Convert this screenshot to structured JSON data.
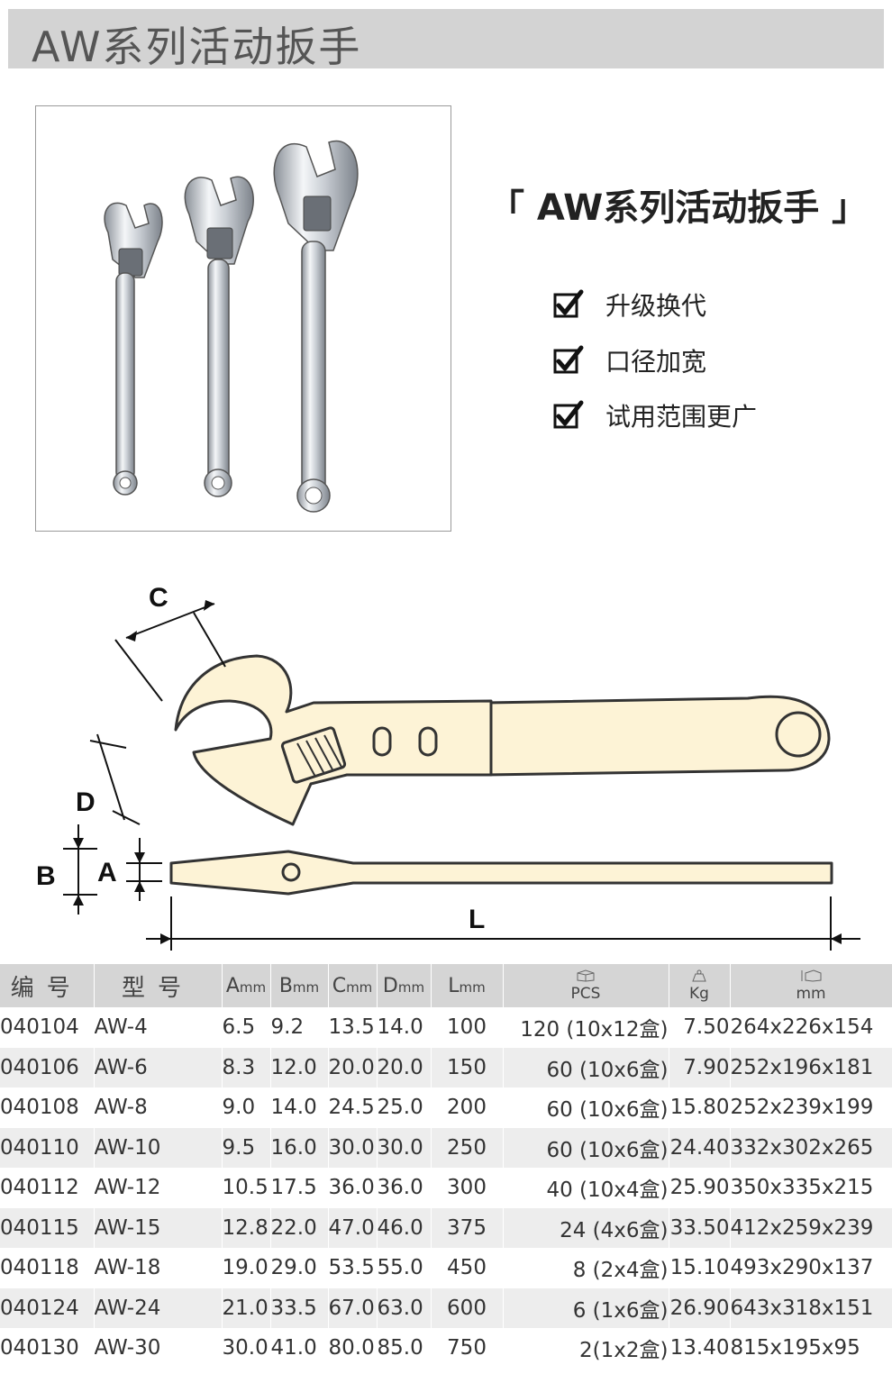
{
  "header": {
    "title": "AW系列活动扳手"
  },
  "product": {
    "subtitle": "「 AW系列活动扳手 」",
    "features": [
      "升级换代",
      "口径加宽",
      "试用范围更广"
    ]
  },
  "diagram": {
    "labels": {
      "c": "C",
      "d": "D",
      "b": "B",
      "a": "A",
      "l": "L"
    }
  },
  "table": {
    "headers": {
      "code": "编号",
      "model": "型号",
      "a": "A",
      "b": "B",
      "c": "C",
      "d": "D",
      "l": "L",
      "unit": "mm",
      "pcs": "PCS",
      "kg": "Kg",
      "box": "mm"
    },
    "rows": [
      {
        "code": "040104",
        "model": "AW-4",
        "a": "6.5",
        "b": "9.2",
        "c": "13.5",
        "d": "14.0",
        "l": "100",
        "pcs": "120 (10x12盒)",
        "kg": "7.50",
        "box": "264x226x154"
      },
      {
        "code": "040106",
        "model": "AW-6",
        "a": "8.3",
        "b": "12.0",
        "c": "20.0",
        "d": "20.0",
        "l": "150",
        "pcs": "60 (10x6盒)",
        "kg": "7.90",
        "box": "252x196x181"
      },
      {
        "code": "040108",
        "model": "AW-8",
        "a": "9.0",
        "b": "14.0",
        "c": "24.5",
        "d": "25.0",
        "l": "200",
        "pcs": "60 (10x6盒)",
        "kg": "15.80",
        "box": "252x239x199"
      },
      {
        "code": "040110",
        "model": "AW-10",
        "a": "9.5",
        "b": "16.0",
        "c": "30.0",
        "d": "30.0",
        "l": "250",
        "pcs": "60 (10x6盒)",
        "kg": "24.40",
        "box": "332x302x265"
      },
      {
        "code": "040112",
        "model": "AW-12",
        "a": "10.5",
        "b": "17.5",
        "c": "36.0",
        "d": "36.0",
        "l": "300",
        "pcs": "40 (10x4盒)",
        "kg": "25.90",
        "box": "350x335x215"
      },
      {
        "code": "040115",
        "model": "AW-15",
        "a": "12.8",
        "b": "22.0",
        "c": "47.0",
        "d": "46.0",
        "l": "375",
        "pcs": "24 (4x6盒)",
        "kg": "33.50",
        "box": "412x259x239"
      },
      {
        "code": "040118",
        "model": "AW-18",
        "a": "19.0",
        "b": "29.0",
        "c": "53.5",
        "d": "55.0",
        "l": "450",
        "pcs": "8 (2x4盒)",
        "kg": "15.10",
        "box": "493x290x137"
      },
      {
        "code": "040124",
        "model": "AW-24",
        "a": "21.0",
        "b": "33.5",
        "c": "67.0",
        "d": "63.0",
        "l": "600",
        "pcs": "6 (1x6盒)",
        "kg": "26.90",
        "box": "643x318x151"
      },
      {
        "code": "040130",
        "model": "AW-30",
        "a": "30.0",
        "b": "41.0",
        "c": "80.0",
        "d": "85.0",
        "l": "750",
        "pcs": "2(1x2盒)",
        "kg": "13.40",
        "box": "815x195x95"
      }
    ]
  },
  "colors": {
    "title_bar": "#d3d3d3",
    "wrench_fill": "#fdf3d6",
    "wrench_stroke": "#333333",
    "header_bg": "#d5d5d5",
    "row_alt": "#ededed"
  }
}
